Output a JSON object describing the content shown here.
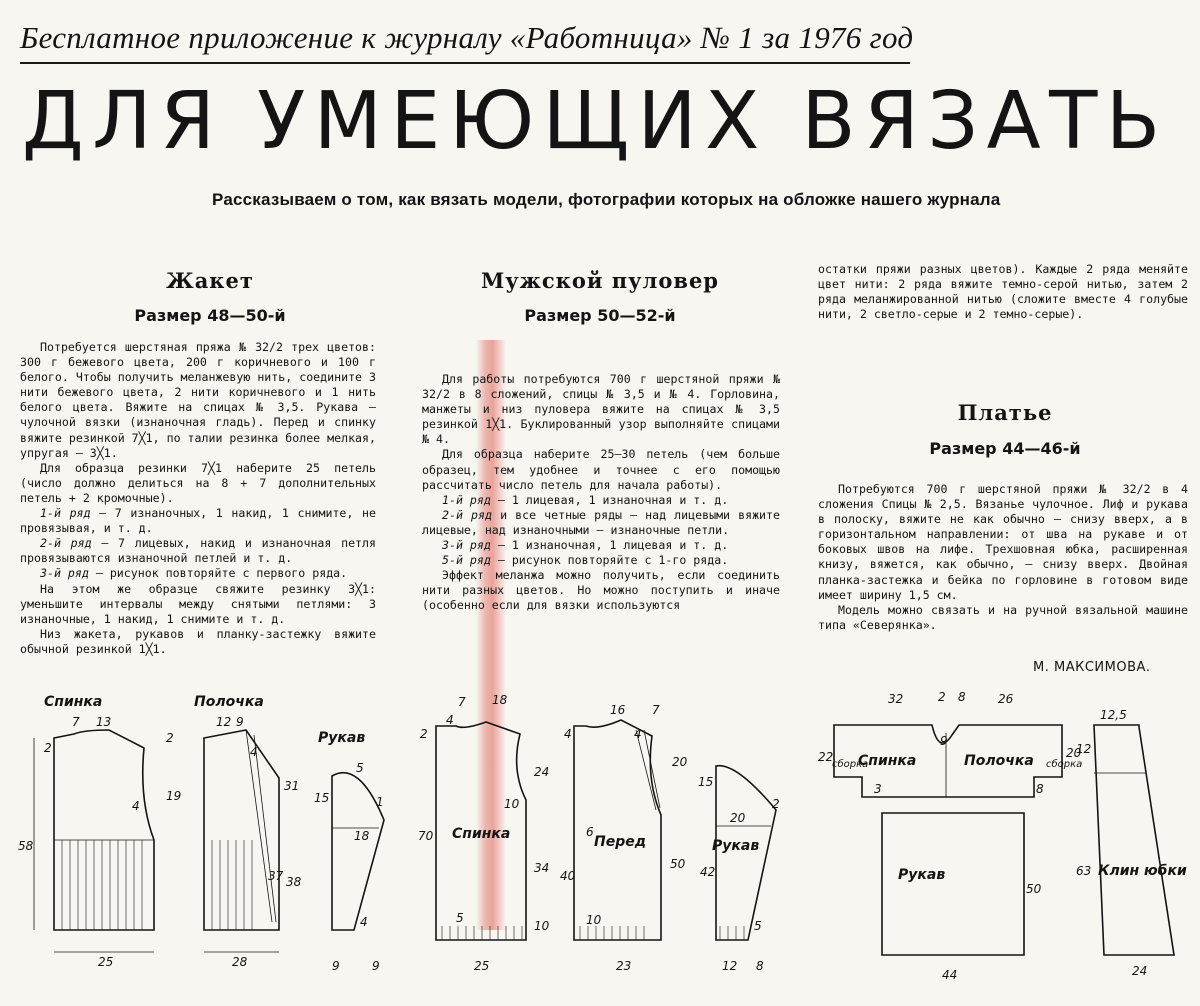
{
  "masthead": "Бесплатное приложение к журналу «Работница» № 1 за 1976 год",
  "title": "ДЛЯ УМЕЮЩИХ ВЯЗАТЬ",
  "subtitle": "Рассказываем о том, как вязать модели, фотографии которых на обложке нашего журнала",
  "jacket": {
    "title": "Жакет",
    "size": "Размер 48—50-й",
    "p1": "Потребуется шерстяная пряжа № 32/2 трех цветов: 300 г бежевого цвета, 200 г коричневого и 100 г белого. Чтобы получить меланжевую нить, соедините 3 нити бежевого цвета, 2 нити коричневого и 1 нить белого цвета. Вяжите на спицах № 3,5. Рукава — чулочной вязки (изнаночная гладь). Перед и спинку вяжите резинкой 7╳1, по талии резинка более мелкая, упругая — 3╳1.",
    "p2": "Для образца резинки 7╳1 наберите 25 петель (число должно делиться на 8 + 7 дополнительных петель + 2 кромочные).",
    "r1_label": "1-й ряд",
    "r1": "— 7 изнаночных, 1 накид, 1 снимите, не провязывая, и т. д.",
    "r2_label": "2-й ряд",
    "r2": "— 7 лицевых, накид и изнаночная петля провязываются изнаночной петлей и т. д.",
    "r3_label": "3-й ряд",
    "r3": "— рисунок повторяйте с первого ряда.",
    "p3": "На этом же образце свяжите резинку 3╳1: уменьшите интервалы между снятыми петлями: 3 изнаночные, 1 накид, 1 снимите и т. д.",
    "p4": "Низ жакета, рукавов и планку-застежку вяжите обычной резинкой 1╳1."
  },
  "pullover": {
    "title": "Мужской пуловер",
    "size": "Размер 50—52-й",
    "p1": "Для работы потребуются 700 г шерстяной пряжи № 32/2 в 8 сложений, спицы № 3,5 и № 4. Горловина, манжеты и низ пуловера вяжите на спицах № 3,5 резинкой 1╳1. Буклированный узор выполняйте спицами № 4.",
    "p2": "Для образца наберите 25—30 петель (чем больше образец, тем удобнее и точнее с его помощью рассчитать число петель для начала работы).",
    "r1_label": "1-й ряд",
    "r1": "— 1 лицевая, 1 изнаночная и т. д.",
    "r2_label": "2-й ряд",
    "r2": "и все четные ряды — над лицевыми вяжите лицевые, над изнаночными — изнаночные петли.",
    "r3_label": "3-й ряд",
    "r3": "— 1 изнаночная, 1 лицевая и т. д.",
    "r5_label": "5-й ряд",
    "r5": "— рисунок повторяйте с 1-го ряда.",
    "p3": "Эффект меланжа можно получить, если соединить нити разных цветов. Но можно поступить и иначе (особенно если для вязки используются",
    "cont": "остатки пряжи разных цветов). Каждые 2 ряда меняйте цвет нити: 2 ряда вяжите темно-серой нитью, затем 2 ряда меланжированной нитью (сложите вместе 4 голубые нити, 2 светло-серые и 2 темно-серые)."
  },
  "dress": {
    "title": "Платье",
    "size": "Размер 44—46-й",
    "p1": "Потребуются 700 г шерстяной пряжи № 32/2 в 4 сложения Спицы № 2,5. Вязанье чулочное. Лиф и рукава в полоску, вяжите не как обычно — снизу вверх, а в горизонтальном направлении: от шва на рукаве и от боковых швов на лифе. Трехшовная юбка, расширенная книзу, вяжется, как обычно, — снизу вверх. Двойная планка-застежка и бейка по горловине в готовом виде имеет ширину 1,5 см.",
    "p2": "Модель можно связать и на ручной вязальной машине типа «Северянка».",
    "author": "М. МАКСИМОВА."
  },
  "diagrams": {
    "jacket": {
      "spinka": "Спинка",
      "polochka": "Полочка",
      "rukav": "Рукав",
      "n": [
        "7",
        "13",
        "2",
        "4",
        "19",
        "58",
        "25",
        "12",
        "9",
        "4",
        "2",
        "31",
        "37",
        "38",
        "28",
        "5",
        "15",
        "18",
        "4",
        "9",
        "9",
        "1"
      ]
    },
    "pullover": {
      "spinka": "Спинка",
      "pered": "Перед",
      "rukav": "Рукав",
      "n": [
        "7",
        "18",
        "16",
        "7",
        "4",
        "2",
        "10",
        "24",
        "70",
        "34",
        "5",
        "10",
        "25",
        "4",
        "6",
        "20",
        "50",
        "40",
        "10",
        "23",
        "4",
        "15",
        "20",
        "42",
        "2",
        "5",
        "12",
        "8"
      ]
    },
    "dress": {
      "spinka": "Спинка",
      "polochka": "Полочка",
      "rukav": "Рукав",
      "klin": "Клин юбки",
      "sborka": "сборка",
      "n": [
        "32",
        "2",
        "8",
        "26",
        "9",
        "22",
        "20",
        "3",
        "8",
        "50",
        "44",
        "12,5",
        "12",
        "63",
        "24"
      ]
    }
  }
}
